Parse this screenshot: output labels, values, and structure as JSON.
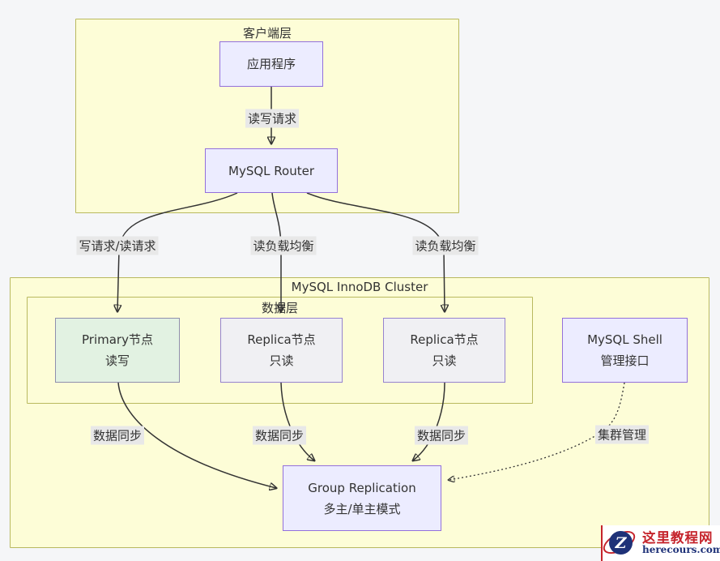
{
  "colors": {
    "page_bg": "#f5f6f8",
    "container_fill": "#fdfdd7",
    "container_border": "#b9b95f",
    "node_fill": "#ececff",
    "node_border": "#9370db",
    "primary_fill": "#e2f2e2",
    "primary_border": "#8f8fae",
    "replica_fill": "#f0f0f3",
    "edge_label_bg": "#e8e8e8",
    "edge_stroke": "#333333",
    "logo_red": "#c5232b",
    "logo_navy": "#1e3178"
  },
  "diagram": {
    "client_layer": {
      "title": "客户端层",
      "app_node": "应用程序",
      "router_node": "MySQL Router"
    },
    "cluster": {
      "title": "MySQL InnoDB Cluster",
      "data_layer": {
        "title": "数据层",
        "primary": {
          "line1": "Primary节点",
          "line2": "读写"
        },
        "replica1": {
          "line1": "Replica节点",
          "line2": "只读"
        },
        "replica2": {
          "line1": "Replica节点",
          "line2": "只读"
        }
      },
      "shell": {
        "line1": "MySQL Shell",
        "line2": "管理接口"
      },
      "group_replication": {
        "line1": "Group Replication",
        "line2": "多主/单主模式"
      }
    },
    "edge_labels": {
      "rw_request": "读写请求",
      "write_read_request": "写请求/读请求",
      "read_lb_1": "读负载均衡",
      "read_lb_2": "读负载均衡",
      "sync_1": "数据同步",
      "sync_2": "数据同步",
      "sync_3": "数据同步",
      "cluster_mgmt": "集群管理"
    }
  },
  "watermark": {
    "logo_letter": "Z",
    "site_name": "这里教程网",
    "domain": "herecours.com"
  }
}
